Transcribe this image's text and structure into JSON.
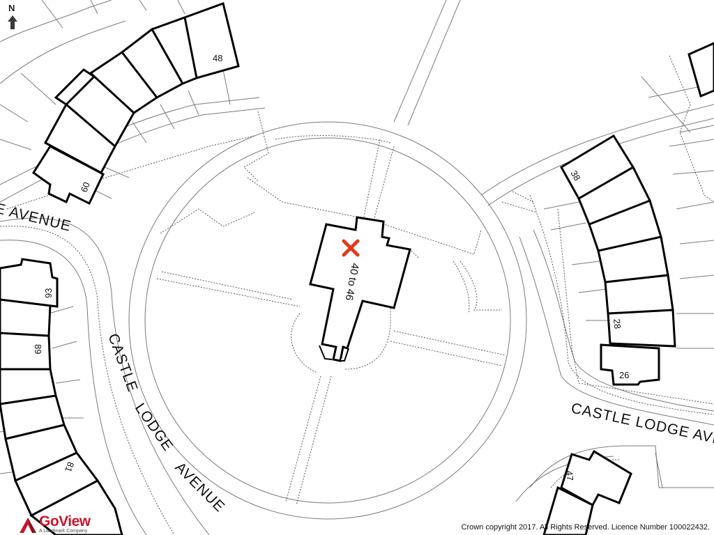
{
  "map": {
    "north_label": "N",
    "marker": {
      "icon": "red-x-marker-icon",
      "color": "#e03a1e"
    },
    "building_labels": {
      "n48": "48",
      "n60": "60",
      "n38": "38",
      "n28": "28",
      "n26": "26",
      "n93": "93",
      "n89": "89",
      "n81": "81",
      "n47": "47",
      "center": "40 to 46"
    },
    "roads": {
      "top_left": "E AVENUE",
      "castle": "CASTLE",
      "lodge": "LODGE",
      "avenue": "AVENUE",
      "bottom_right": "CASTLE LODGE AVE"
    }
  },
  "branding": {
    "logo_text": "GoView",
    "logo_tagline": "A Landmark Company",
    "logo_color": "#c5162b"
  },
  "footer": {
    "copyright": "Crown copyright 2017. All Rights Reserved. Licence Number 100022432."
  }
}
